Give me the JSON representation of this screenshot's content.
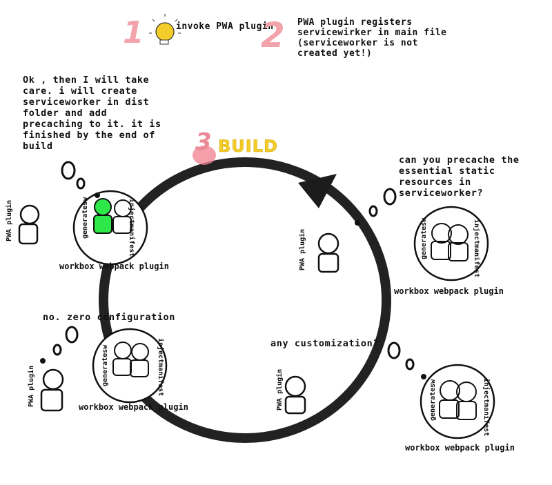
{
  "steps": [
    {
      "number": "1",
      "text": "invoke PWA plugin"
    },
    {
      "number": "2",
      "text": "PWA plugin registers\nservicewirker in main file\n(serviceworker is not\ncreated yet!)"
    },
    {
      "number": "3",
      "text": "BUILD"
    }
  ],
  "characters": {
    "pwa_label": "PWA plugin",
    "workbox_label": "workbox webpack plugin",
    "generatesw": "generatesw",
    "injectmanifest": "injectmanifest"
  },
  "speech": {
    "precache_question": "can you precache the\nessential static\nresources in\nserviceworker?",
    "customization_question": "any customization?",
    "zero_config": "no. zero configuration",
    "workbox_reply": "Ok , then I will take\ncare. i will create\nserviceworker in dist\nfolder and add\nprecaching to it. it is\nfinished by the end of\nbuild"
  },
  "colors": {
    "step_number": "#f2a3ab",
    "bulb": "#f5cd2b",
    "build_text": "#f5cd2b",
    "highlight_person": "#2ee84a",
    "cycle_ring": "#222222"
  },
  "icons": [
    "lightbulb-icon",
    "cycle-arrow-icon",
    "person-icon",
    "thought-bubble-icon"
  ]
}
